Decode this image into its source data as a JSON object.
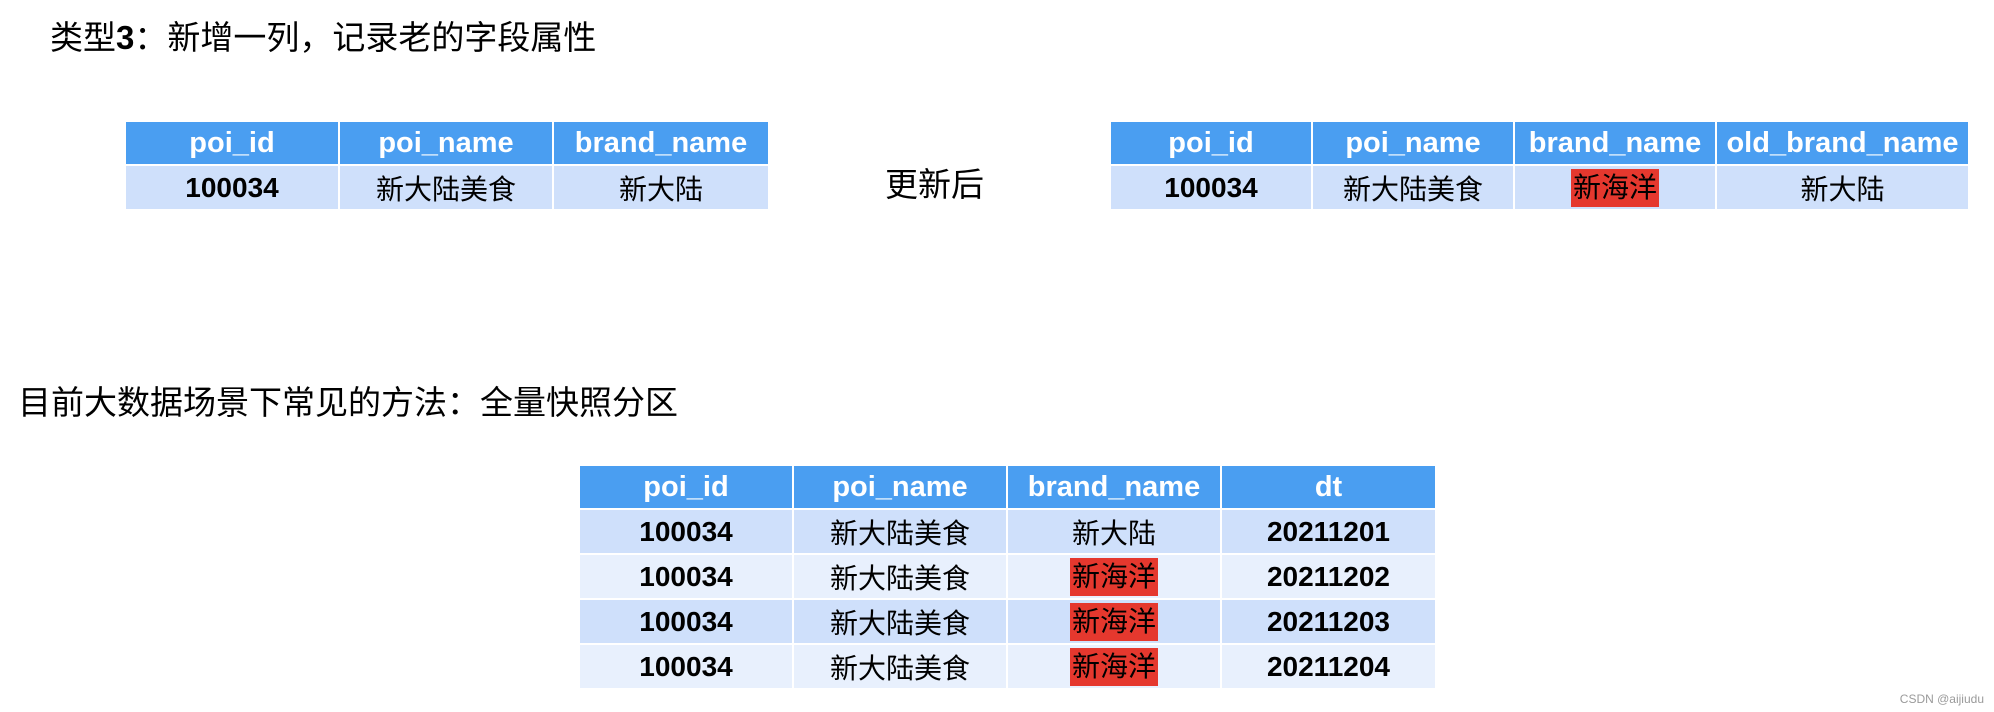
{
  "heading1": {
    "prefix": "类型",
    "number": "3",
    "suffix": "：新增一列，记录老的字段属性"
  },
  "heading2": "目前大数据场景下常见的方法：全量快照分区",
  "update_label": "更新后",
  "highlight_color": "#e5382e",
  "before_table": {
    "headers": [
      "poi_id",
      "poi_name",
      "brand_name"
    ],
    "rows": [
      [
        "100034",
        "新大陆美食",
        "新大陆"
      ]
    ]
  },
  "after_table": {
    "headers": [
      "poi_id",
      "poi_name",
      "brand_name",
      "old_brand_name"
    ],
    "rows": [
      [
        "100034",
        "新大陆美食",
        "新海洋",
        "新大陆"
      ]
    ]
  },
  "snapshot_table": {
    "headers": [
      "poi_id",
      "poi_name",
      "brand_name",
      "dt"
    ],
    "rows": [
      [
        "100034",
        "新大陆美食",
        "新大陆",
        "20211201"
      ],
      [
        "100034",
        "新大陆美食",
        "新海洋",
        "20211202"
      ],
      [
        "100034",
        "新大陆美食",
        "新海洋",
        "20211203"
      ],
      [
        "100034",
        "新大陆美食",
        "新海洋",
        "20211204"
      ]
    ]
  },
  "watermark": "CSDN @aijiudu"
}
